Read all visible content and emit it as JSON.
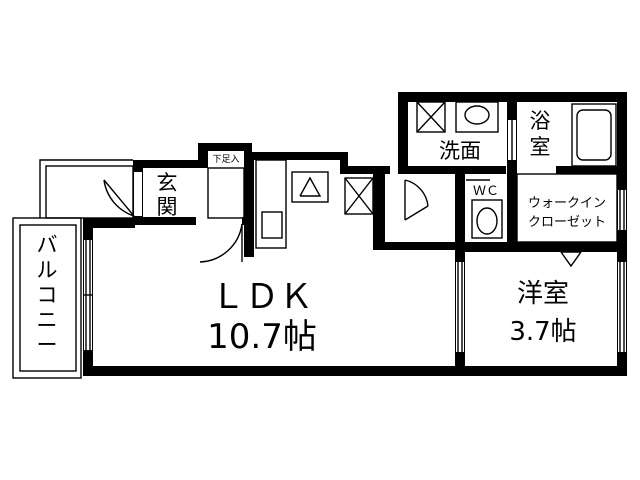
{
  "rooms": {
    "ldk": {
      "name": "ＬＤＫ",
      "size": "10.7帖"
    },
    "western": {
      "name": "洋室",
      "size": "3.7帖"
    },
    "balcony": "バルコニー",
    "entrance": "玄関",
    "shoe_box": "下足入",
    "washroom": "洗面",
    "bath": "浴室",
    "wc": "ＷＣ",
    "closet_line1": "ウォークイン",
    "closet_line2": "クローゼット"
  }
}
